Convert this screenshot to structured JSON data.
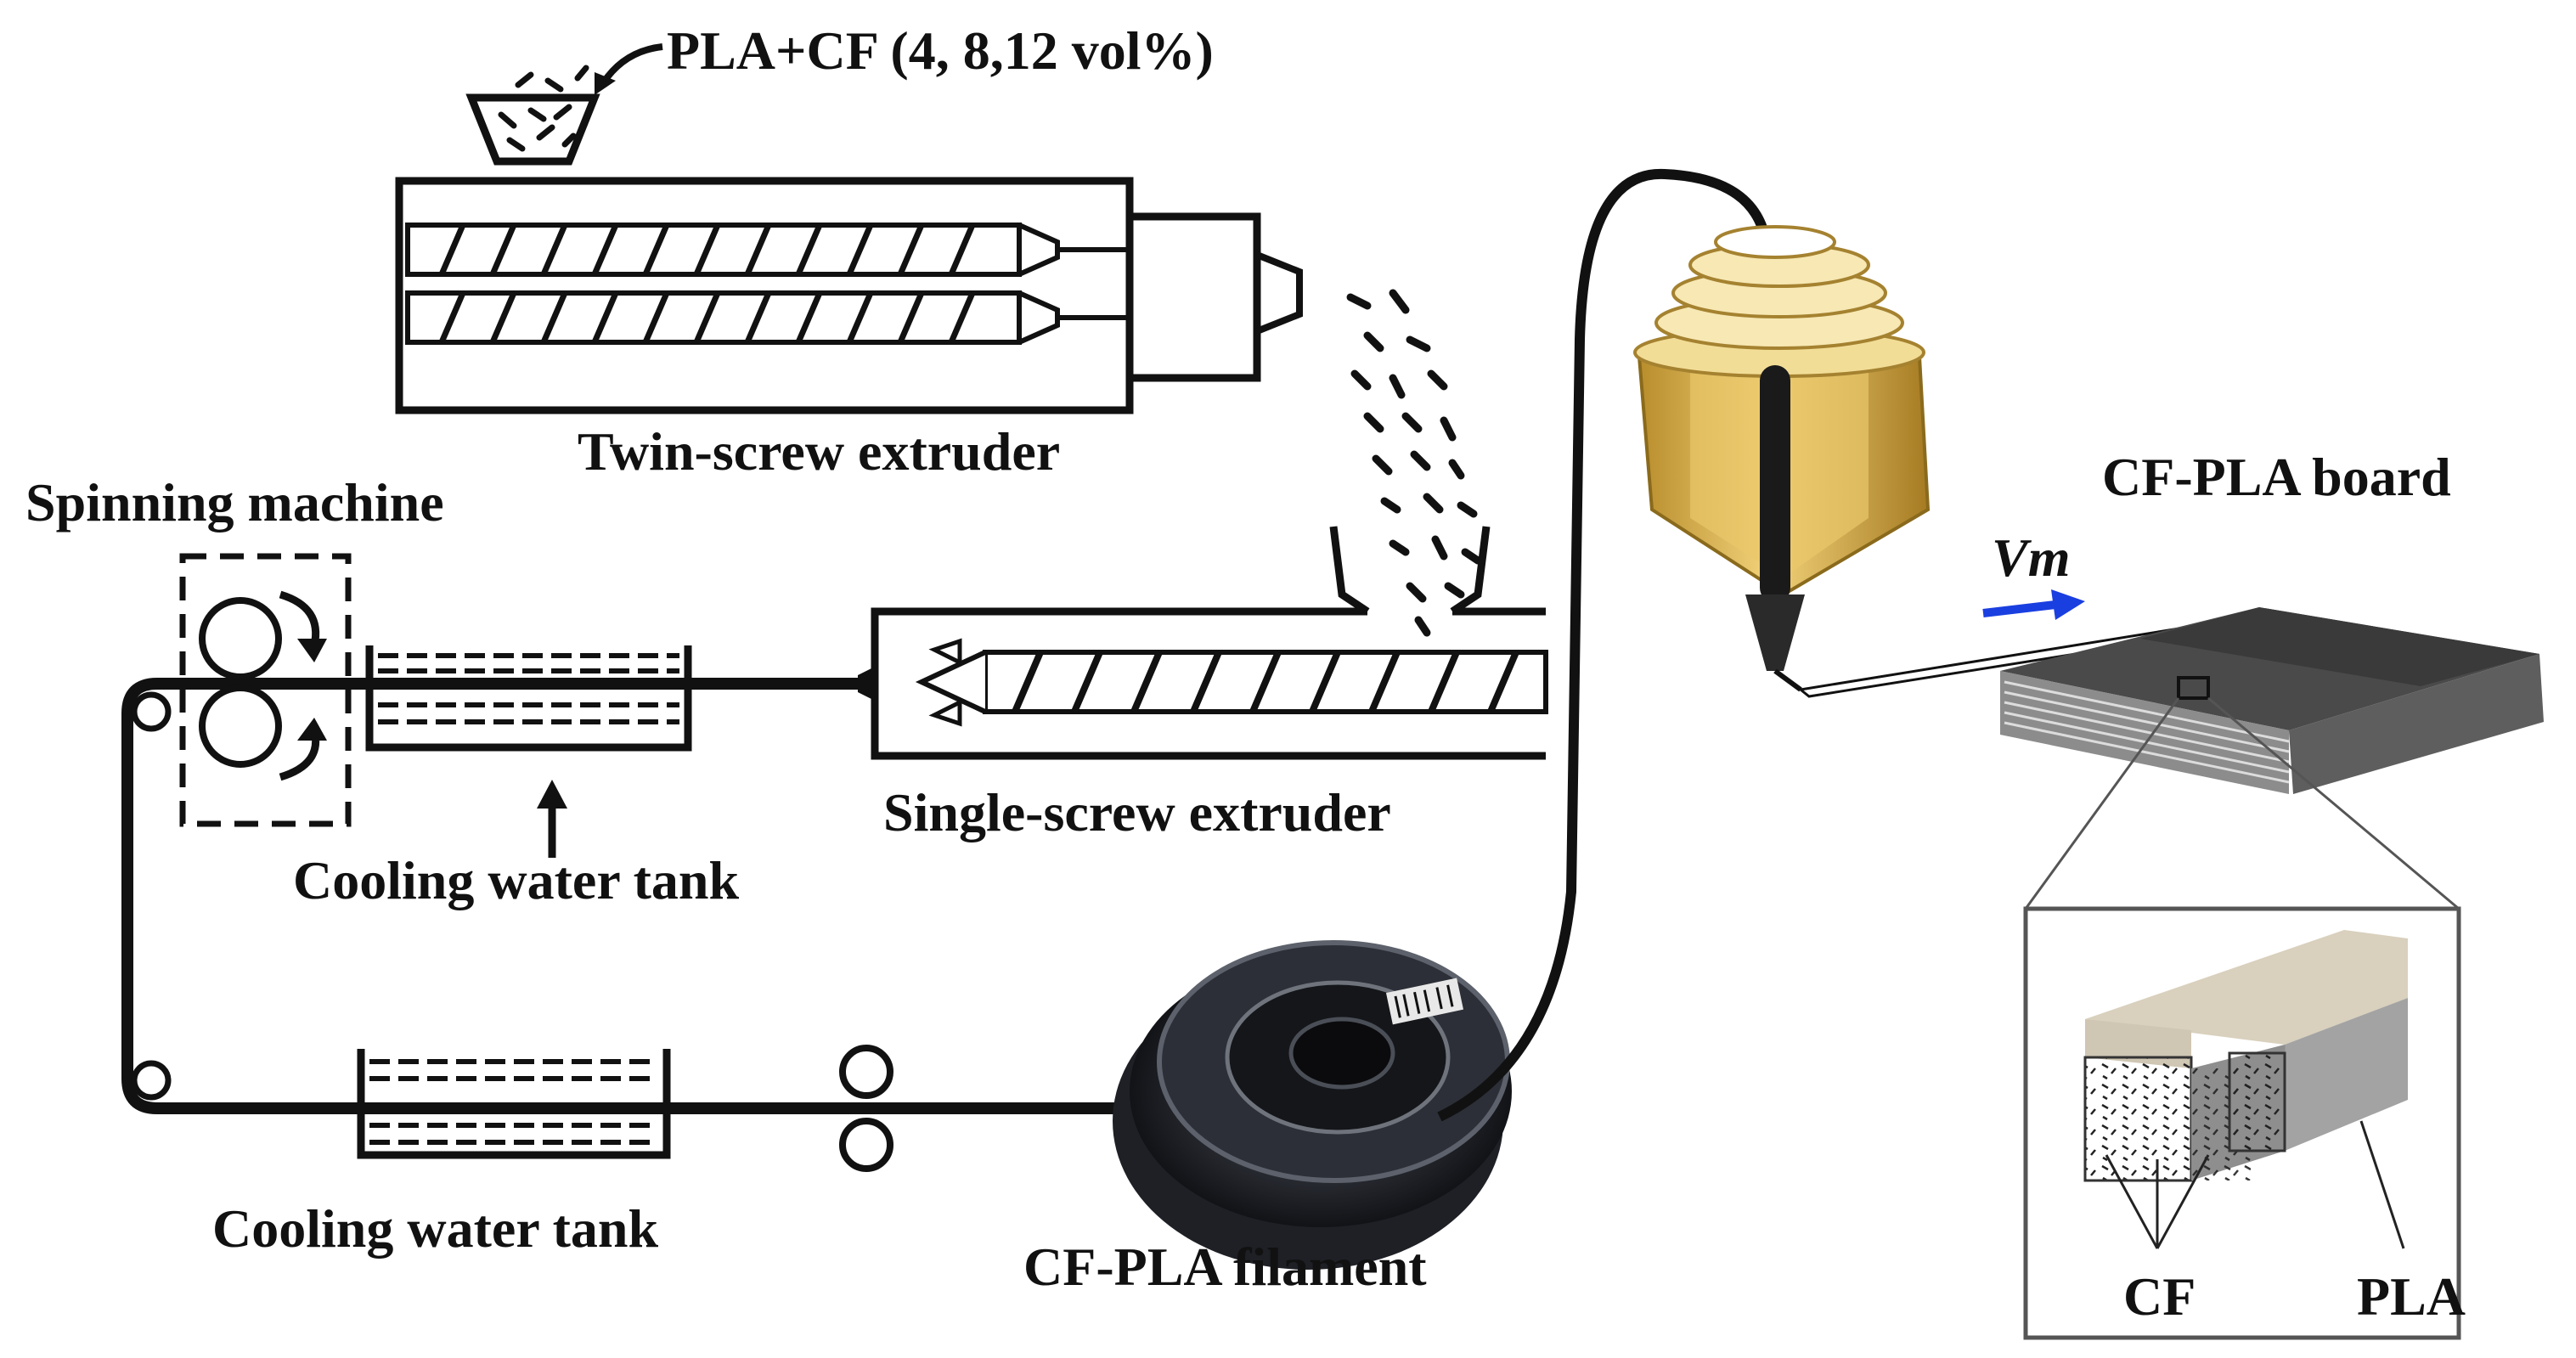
{
  "labels": {
    "feed": "PLA+CF (4, 8,12 vol%)",
    "twin_screw": "Twin-screw extruder",
    "spinning_machine": "Spinning machine",
    "single_screw": "Single-screw extruder",
    "cooling_tank_upper": "Cooling water tank",
    "cooling_tank_lower": "Cooling water tank",
    "filament": "CF-PLA filament",
    "board": "CF-PLA board",
    "velocity": "Vm",
    "cf": "CF",
    "pla": "PLA"
  },
  "colors": {
    "line": "#111111",
    "nozzle_gold": "#d8b24a",
    "nozzle_light": "#f6e6a6",
    "velocity_arrow": "#1a3fe0",
    "board_dark": "#3b3b3b",
    "board_side": "#8a8a8a",
    "inset_beige": "#d9d0bd",
    "inset_gray": "#9a9a9a"
  },
  "icons": {
    "hopper": "hopper-icon",
    "spool": "filament-spool-icon",
    "nozzle": "printer-nozzle-icon",
    "rollers": "roller-icon"
  }
}
